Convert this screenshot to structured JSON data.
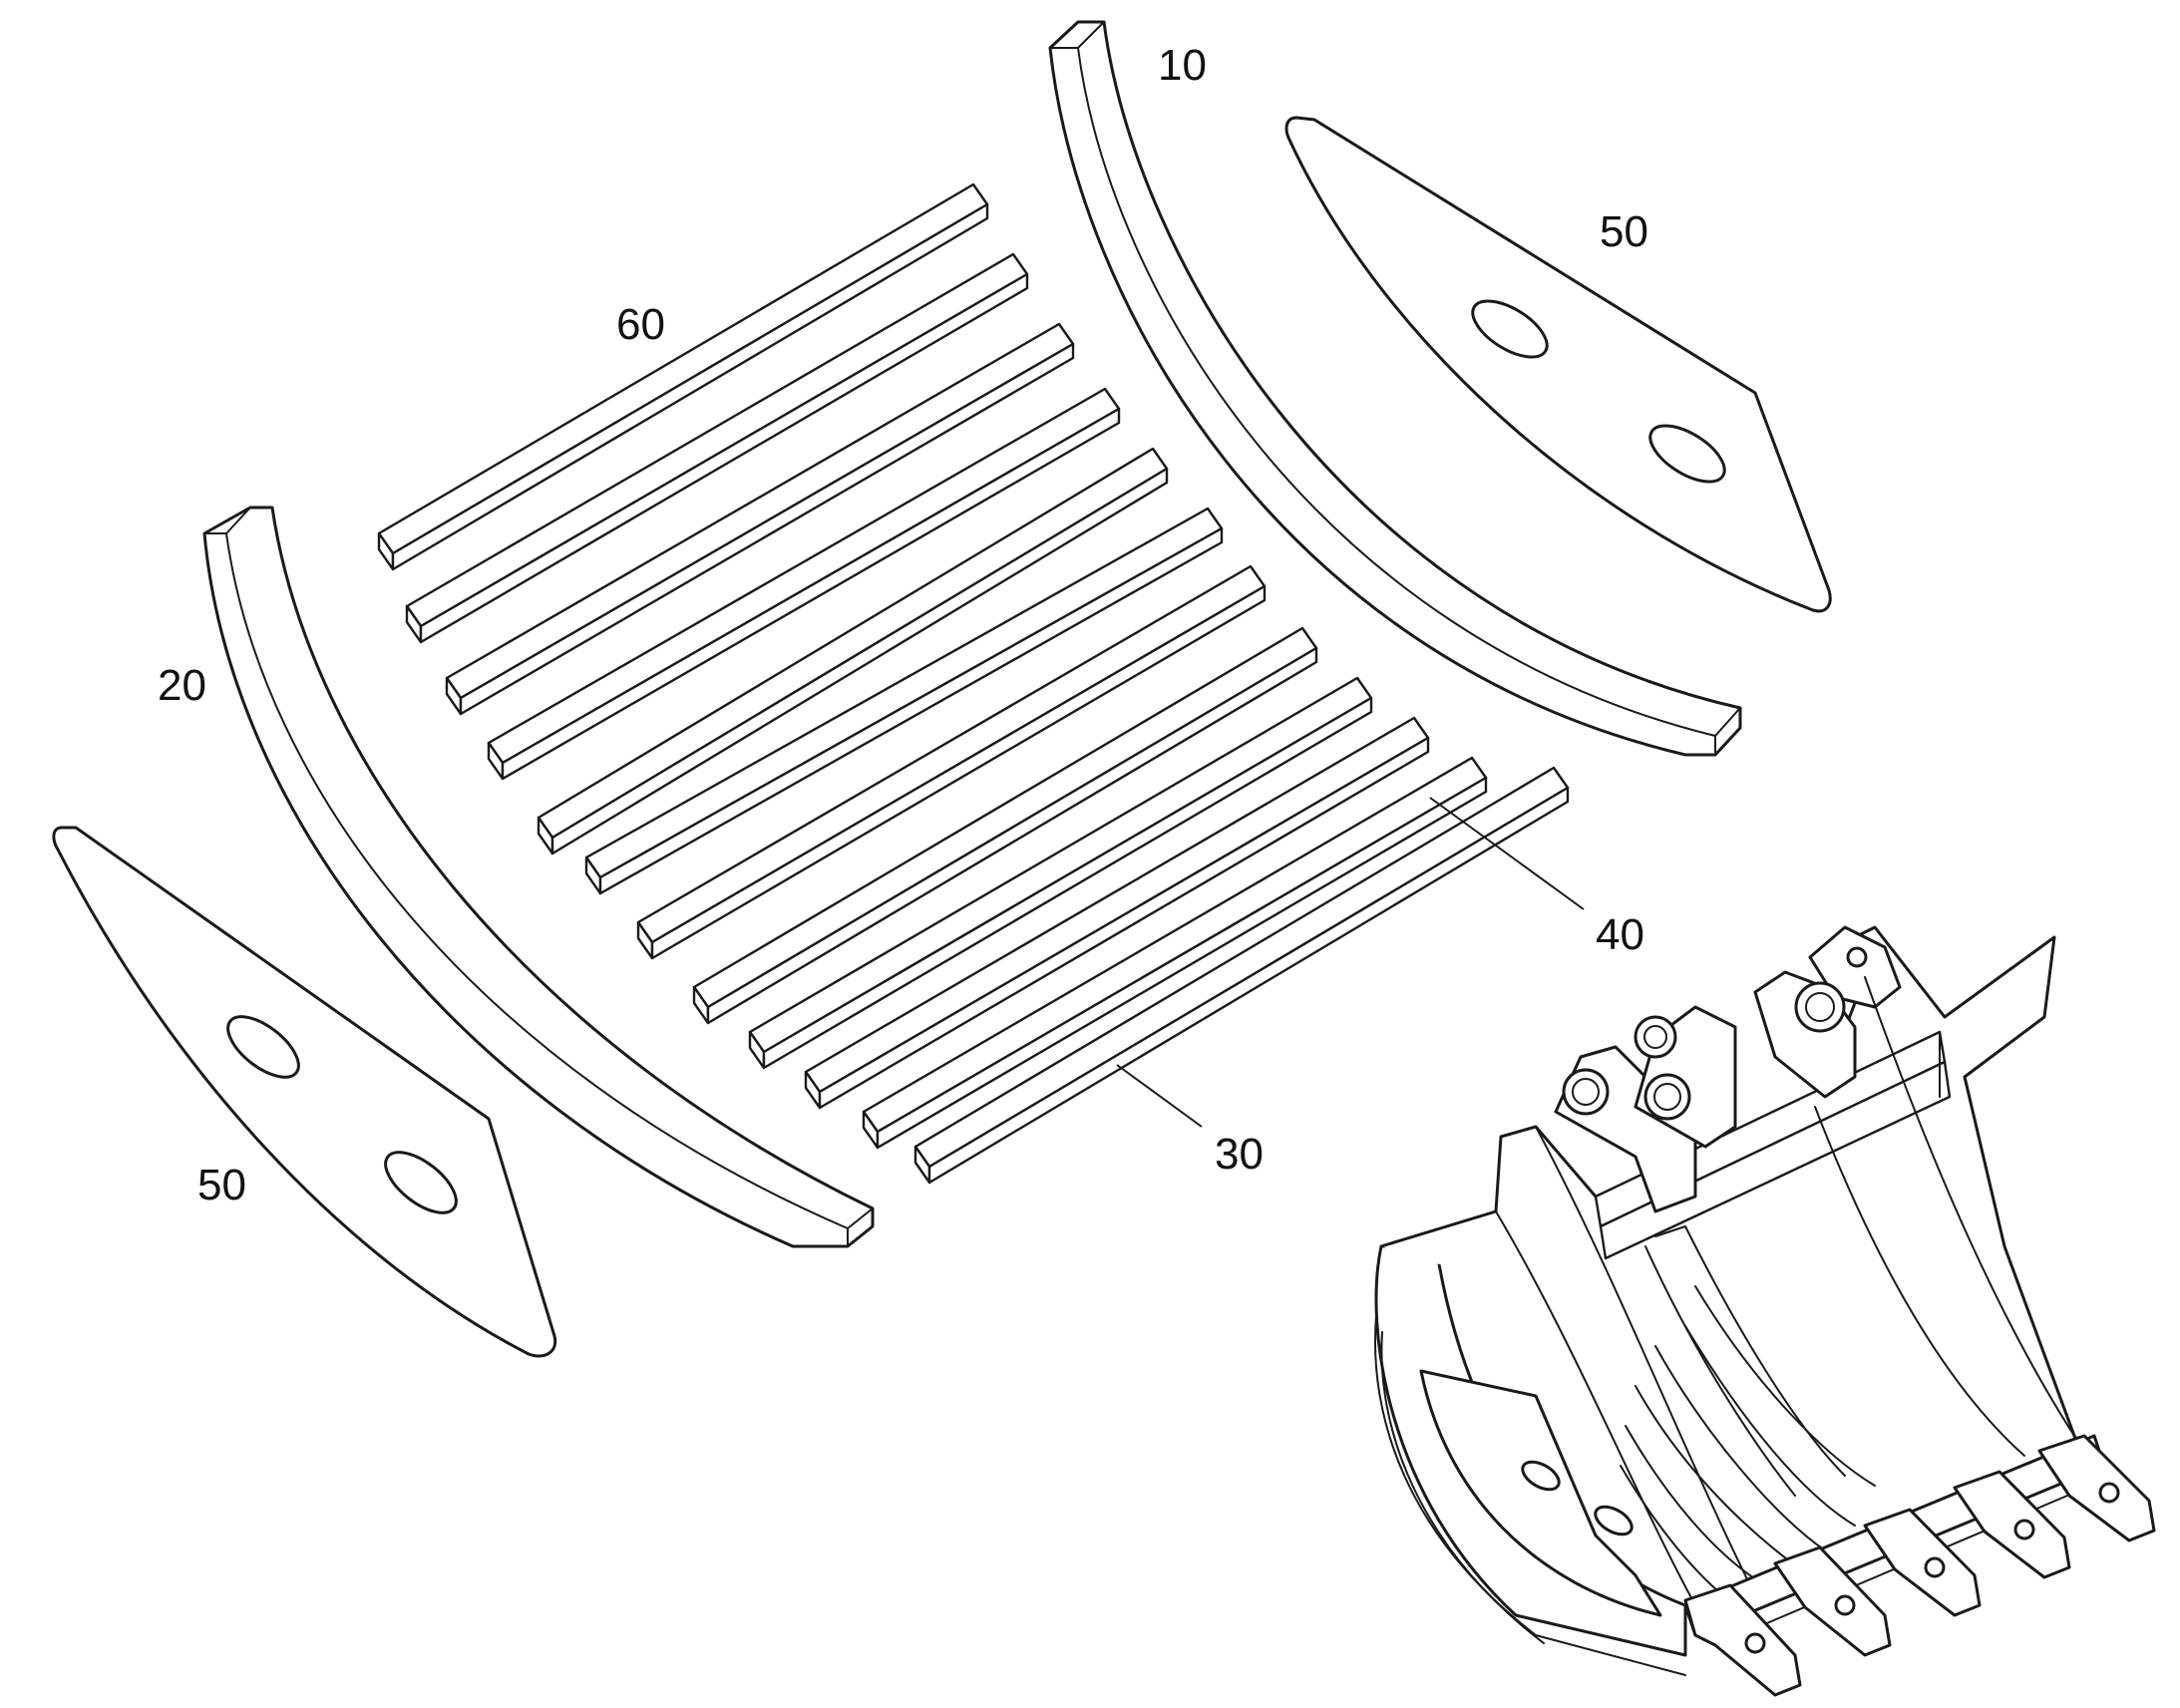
{
  "labels": {
    "side_liner_top": "10",
    "side_liner_left": "20",
    "bottom_strip": "30",
    "wear_strip": "40",
    "side_plate_right": "50",
    "side_plate_left": "50",
    "strips_group": "60"
  }
}
